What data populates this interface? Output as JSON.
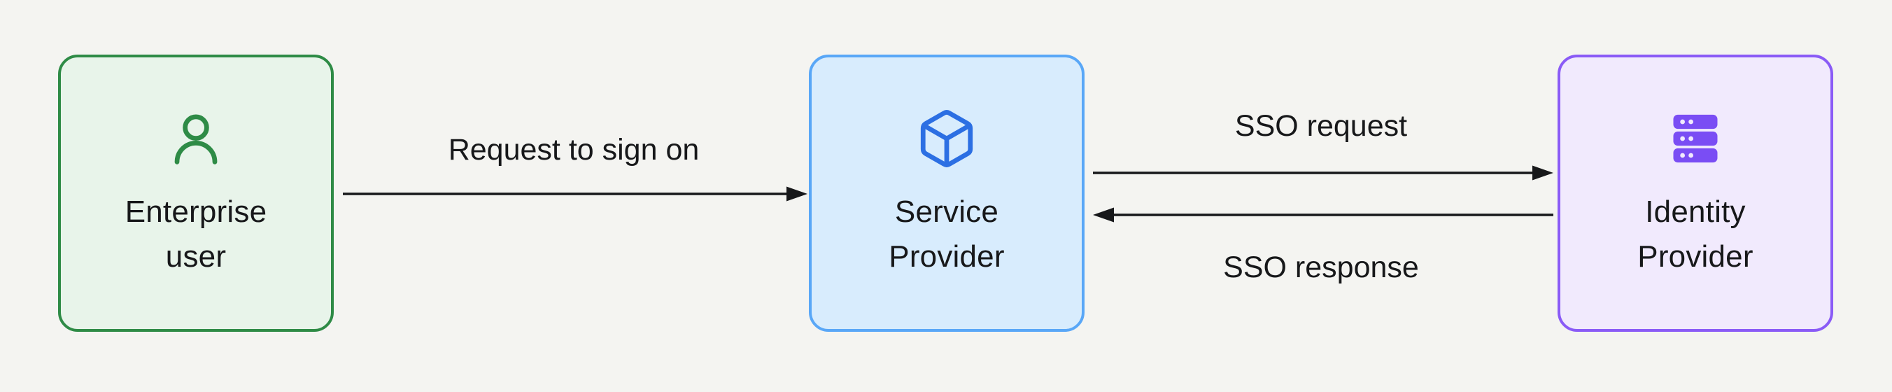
{
  "colors": {
    "page-bg": "#f4f4f1",
    "text": "#17181a",
    "arrow": "#17181a",
    "green-border": "#2e8b46",
    "green-bg": "#e8f4ea",
    "green-icon": "#2e8b46",
    "blue-border": "#59a7f7",
    "blue-bg": "#d8ecfd",
    "blue-icon": "#2c6fe3",
    "purple-border": "#8a5bf6",
    "purple-bg": "#f1eafd",
    "purple-icon": "#7a4df4"
  },
  "diagram": {
    "nodes": [
      {
        "id": "enterprise-user",
        "label": "Enterprise\nuser",
        "icon": "user-icon"
      },
      {
        "id": "service-provider",
        "label": "Service\nProvider",
        "icon": "cube-icon"
      },
      {
        "id": "identity-provider",
        "label": "Identity\nProvider",
        "icon": "server-icon"
      }
    ],
    "edges": [
      {
        "from": "enterprise-user",
        "to": "service-provider",
        "label": "Request to sign on",
        "direction": "right"
      },
      {
        "from": "service-provider",
        "to": "identity-provider",
        "label": "SSO request",
        "direction": "right"
      },
      {
        "from": "identity-provider",
        "to": "service-provider",
        "label": "SSO response",
        "direction": "left"
      }
    ]
  }
}
